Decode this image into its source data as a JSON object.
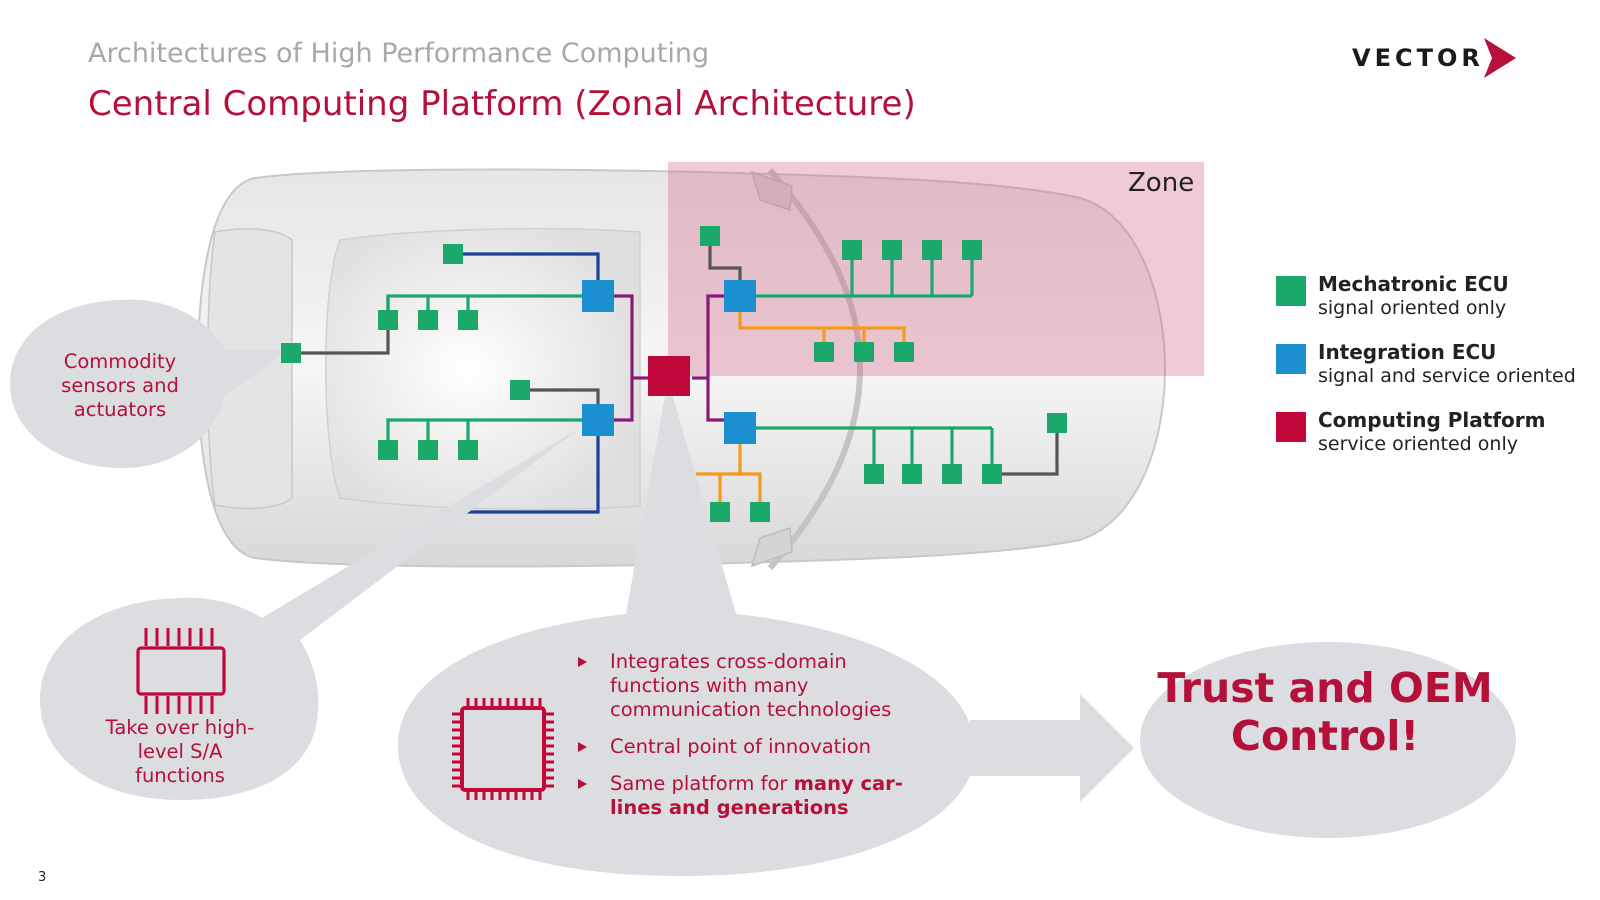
{
  "header": {
    "subtitle": "Architectures of High Performance Computing",
    "title": "Central Computing Platform (Zonal Architecture)",
    "logo_text": "VECTOR"
  },
  "zone": {
    "label": "Zone"
  },
  "legend": {
    "items": [
      {
        "title": "Mechatronic ECU",
        "subtitle": "signal oriented only",
        "color": "#1aa86b"
      },
      {
        "title": "Integration ECU",
        "subtitle": "signal and service oriented",
        "color": "#1b8fd0"
      },
      {
        "title": "Computing Platform",
        "subtitle": "service oriented only",
        "color": "#c0083a"
      }
    ]
  },
  "bubbles": {
    "sensors": "Commodity sensors and actuators",
    "take_over": "Take over high-level S/A functions"
  },
  "computing_bubble": {
    "bullet1": "Integrates cross-domain functions with many communication technologies",
    "bullet2": "Central point of innovation",
    "bullet3_prefix": "Same platform for ",
    "bullet3_bold": "many car-lines and generations"
  },
  "result": {
    "text": "Trust and OEM Control!"
  },
  "page": {
    "number": "3"
  },
  "colors": {
    "accent": "#b5103a",
    "mechatronic": "#1aa86b",
    "integration": "#1b8fd0",
    "platform": "#c0083a",
    "zone": "#e8a8b8",
    "bubble": "#dcdde0"
  }
}
